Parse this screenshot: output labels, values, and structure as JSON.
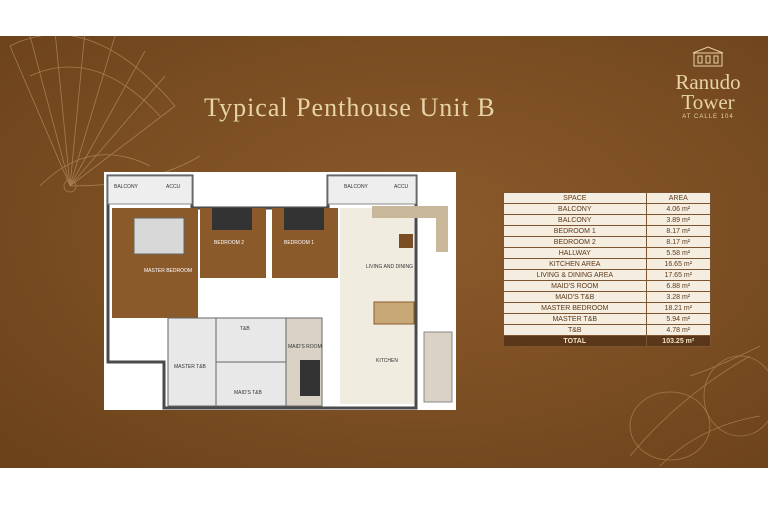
{
  "header": {
    "title": "Typical Penthouse Unit B"
  },
  "logo": {
    "line1": "Ranudo",
    "line2": "Tower",
    "tagline": "AT CALLE 104"
  },
  "floorplan": {
    "labels": {
      "balcony_left": "BALCONY",
      "accu_left": "ACCU",
      "balcony_right": "BALCONY",
      "accu_right": "ACCU",
      "master_bedroom": "MASTER BEDROOM",
      "bedroom2": "BEDROOM 2",
      "bedroom1": "BEDROOM 1",
      "living_dining": "LIVING AND DINING",
      "kitchen": "KITCHEN",
      "tb": "T&B",
      "maids_room": "MAID'S ROOM",
      "master_tb": "MASTER T&B",
      "maids_tb": "MAID'S T&B"
    }
  },
  "area_table": {
    "headers": [
      "SPACE",
      "AREA"
    ],
    "rows": [
      {
        "space": "BALCONY",
        "area": "4.06 m²"
      },
      {
        "space": "BALCONY",
        "area": "3.89 m²"
      },
      {
        "space": "BEDROOM 1",
        "area": "8.17 m²"
      },
      {
        "space": "BEDROOM 2",
        "area": "8.17 m²"
      },
      {
        "space": "HALLWAY",
        "area": "5.58 m²"
      },
      {
        "space": "KITCHEN AREA",
        "area": "16.65 m²"
      },
      {
        "space": "LIVING & DINING AREA",
        "area": "17.65 m²"
      },
      {
        "space": "MAID'S ROOM",
        "area": "6.88 m²"
      },
      {
        "space": "MAID'S T&B",
        "area": "3.28 m²"
      },
      {
        "space": "MASTER BEDROOM",
        "area": "18.21 m²"
      },
      {
        "space": "MASTER T&B",
        "area": "5.94 m²"
      },
      {
        "space": "T&B",
        "area": "4.78 m²"
      }
    ],
    "total": {
      "space": "TOTAL",
      "area": "103.25 m²"
    }
  },
  "colors": {
    "background": "#7a4d22",
    "accent_text": "#e6d3a6",
    "table_bg": "#f6ede1",
    "total_row": "#5a3718"
  }
}
